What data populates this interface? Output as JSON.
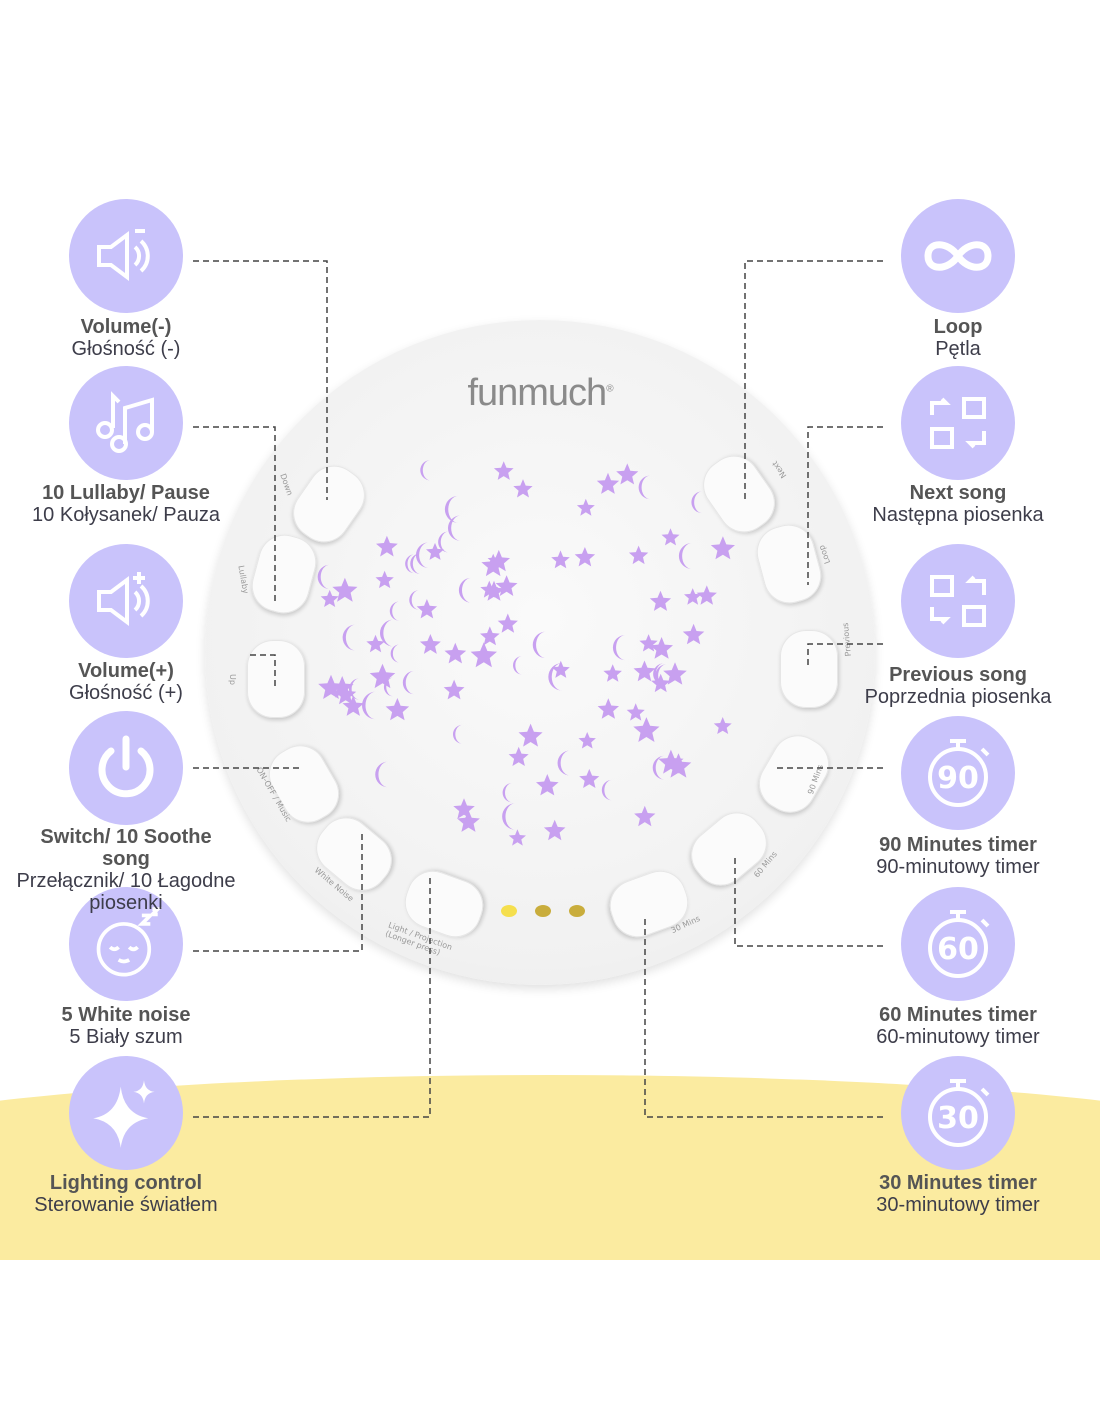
{
  "device": {
    "brand": "funmuch",
    "buttons": [
      "Down",
      "Lullaby",
      "Up",
      "ON-OFF / Music",
      "White Noise",
      "Light / Projection (Longer press)",
      "30 Mins",
      "60 Mins",
      "90 Mins",
      "Previous",
      "Loop",
      "Next"
    ]
  },
  "left": [
    {
      "icon": "volume-down-icon",
      "en": "Volume(-)",
      "pl": "Głośność (-)"
    },
    {
      "icon": "music-note-icon",
      "en": "10 Lullaby/ Pause",
      "pl": "10 Kołysanek/ Pauza"
    },
    {
      "icon": "volume-up-icon",
      "en": "Volume(+)",
      "pl": "Głośność (+)"
    },
    {
      "icon": "power-icon",
      "en": "Switch/ 10 Soothe song",
      "pl": "Przełącznik/ 10 Łagodne piosenki"
    },
    {
      "icon": "sleeping-baby-icon",
      "en": "5 White noise",
      "pl": "5 Biały szum"
    },
    {
      "icon": "sparkle-icon",
      "en": "Lighting control",
      "pl": "Sterowanie światłem"
    }
  ],
  "right": [
    {
      "icon": "loop-icon",
      "en": "Loop",
      "pl": "Pętla"
    },
    {
      "icon": "next-song-icon",
      "en": "Next song",
      "pl": "Następna piosenka"
    },
    {
      "icon": "previous-song-icon",
      "en": "Previous song",
      "pl": "Poprzednia piosenka"
    },
    {
      "icon": "timer-icon",
      "timer": "90",
      "en": "90 Minutes timer",
      "pl": "90-minutowy timer"
    },
    {
      "icon": "timer-icon",
      "timer": "60",
      "en": "60 Minutes timer",
      "pl": "60-minutowy timer"
    },
    {
      "icon": "timer-icon",
      "timer": "30",
      "en": "30 Minutes timer",
      "pl": "30-minutowy timer"
    }
  ],
  "colors": {
    "icon_bg": "#c9c3fb",
    "band": "#fbeba0",
    "stars": "#c8a0f0"
  }
}
